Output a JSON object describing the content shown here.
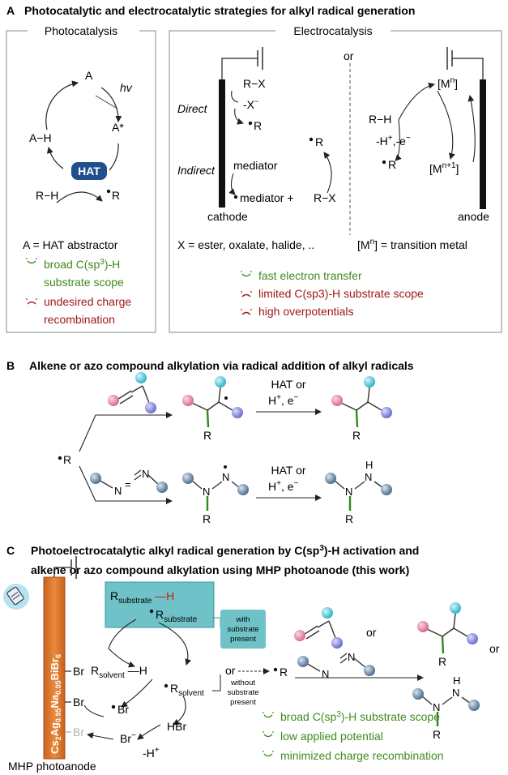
{
  "panel_a": {
    "title": "Photocatalytic and electrocatalytic strategies for alkyl radical generation",
    "letter": "A",
    "photo": {
      "heading": "Photocatalysis",
      "node_a": "A",
      "node_ah": "A−H",
      "node_astar": "A*",
      "light": "hv",
      "hat": "HAT",
      "rh": "R−H",
      "r": "R",
      "definition": "A =  HAT abstractor",
      "pro1": "broad C(sp3)-H",
      "pro1_line2": "substrate scope",
      "con1": "undesired charge",
      "con1_line2": "recombination"
    },
    "electro": {
      "heading": "Electrocatalysis",
      "or": "or",
      "direct": "Direct",
      "indirect": "Indirect",
      "rx": "R−X",
      "minus_x": "-X",
      "r": "R",
      "mediator": "mediator",
      "mediator_plus": "mediator + ",
      "rx2": "R−X",
      "r_top": "R",
      "cathode": "cathode",
      "x_def": "X = ester, oxalate, halide, ..",
      "rh": "R−H",
      "mn": "[M",
      "mn1": "[M",
      "minus_h": "-H",
      "minus_e": ",-e",
      "r_anode": "R",
      "anode": "anode",
      "mn_def": "[M",
      "mn_def_tail": "] = transition metal",
      "pro": "fast electron transfer",
      "con1": "limited C(sp3)-H substrate scope",
      "con2": "high overpotentials"
    }
  },
  "panel_b": {
    "letter": "B",
    "title": "Alkene or azo compound alkylation via radical addition of alkyl radicals",
    "r": "R",
    "hat_or_1": "HAT or",
    "h_e_1": "H",
    "hat_or_2": "HAT or",
    "h_e_2": "H",
    "n": "N",
    "h": "H",
    "r_sub": "R"
  },
  "panel_c": {
    "letter": "C",
    "title_line1": "Photoelectrocatalytic alkyl radical generation by C(sp3)-H activation and",
    "title_line2": "alkene or azo compound alkylation using MHP photoanode (this work)",
    "electrode": "Cs2Ag0.95Na0.05BiBr6",
    "br": "Br",
    "r_substrate_h": "H",
    "r_letter": "R",
    "substrate": "substrate",
    "solvent": "solvent",
    "with_label": "with substrate present",
    "without_label": "without substrate present",
    "or": "or",
    "hbr": "HBr",
    "minus_h": "-H",
    "photoanode": "MHP photoanode",
    "pro1": "broad C(sp3)-H substrate scope",
    "pro2": "low applied potential",
    "pro3": "minimized charge recombination"
  },
  "colors": {
    "green_text": "#3f8a1e",
    "red_text": "#a01818",
    "hat_box": "#1f4f8c",
    "electrode": "#d9752c",
    "teal_box": "#6fc3c8",
    "bond_green": "#2e8a1e",
    "ball_pink": "#e48fb0",
    "ball_cyan": "#58d0e0",
    "ball_purple": "#8c8ce0",
    "ball_gray": "#6c8aa8"
  }
}
